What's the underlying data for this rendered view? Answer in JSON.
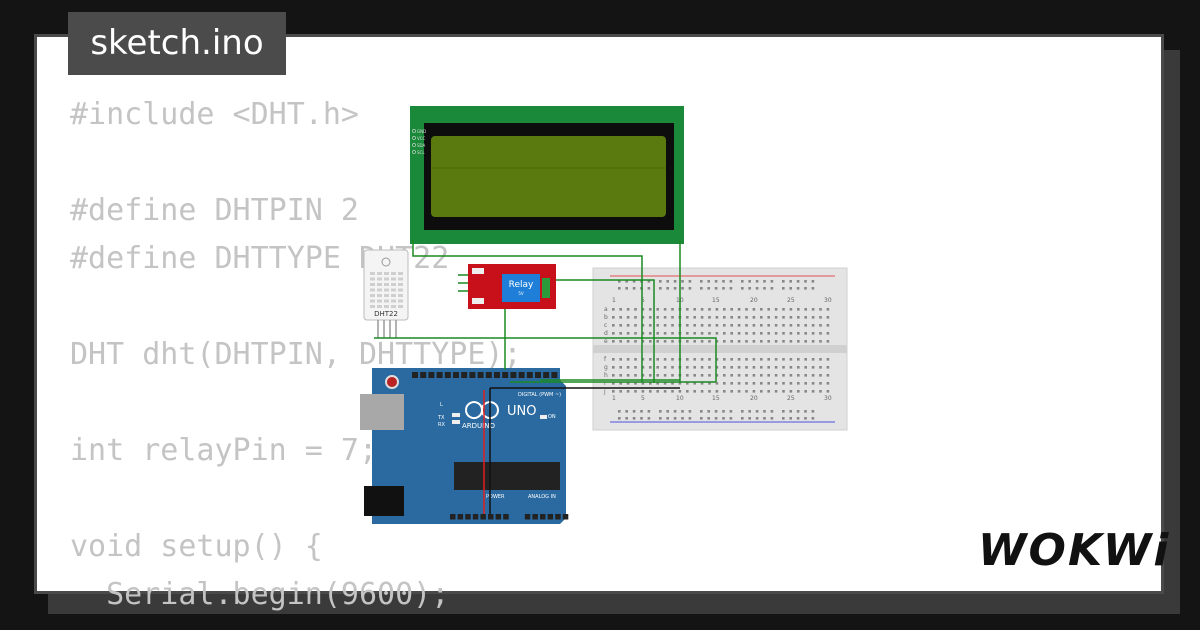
{
  "file": {
    "name": "sketch.ino"
  },
  "code": {
    "lines": [
      "#include <DHT.h>",
      "",
      "#define DHTPIN 2",
      "#define DHTTYPE DHT22",
      "",
      "DHT dht(DHTPIN, DHTTYPE);",
      "",
      "int relayPin = 7;",
      "",
      "void setup() {",
      "  Serial.begin(9600);"
    ]
  },
  "brand": {
    "name": "WOKWi"
  },
  "parts": {
    "dht": {
      "label": "DHT22"
    },
    "relay": {
      "label": "Relay",
      "sublabel": "5V"
    },
    "arduino": {
      "name": "UNO",
      "maker": "ARDUINO",
      "digital_label": "DIGITAL (PWM ~)",
      "power_label": "POWER",
      "analog_label": "ANALOG IN",
      "on_label": "ON",
      "tx_label": "TX",
      "rx_label": "RX",
      "l_label": "L"
    },
    "breadboard": {
      "col_labels": [
        "1",
        "5",
        "10",
        "15",
        "20",
        "25",
        "30"
      ],
      "row_labels_top": [
        "a",
        "b",
        "c",
        "d",
        "e"
      ],
      "row_labels_bottom": [
        "f",
        "g",
        "h",
        "i",
        "j"
      ]
    },
    "lcd": {
      "pins": [
        "GND",
        "VCC",
        "SDA",
        "SCL"
      ]
    }
  },
  "colors": {
    "lcd_board": "#1a8a3a",
    "lcd_screen": "#5a7a10",
    "relay": "#c8101a",
    "arduino": "#2a6aa0",
    "wire_green": "#1a8a20",
    "wire_red": "#e02020",
    "wire_black": "#111111"
  }
}
